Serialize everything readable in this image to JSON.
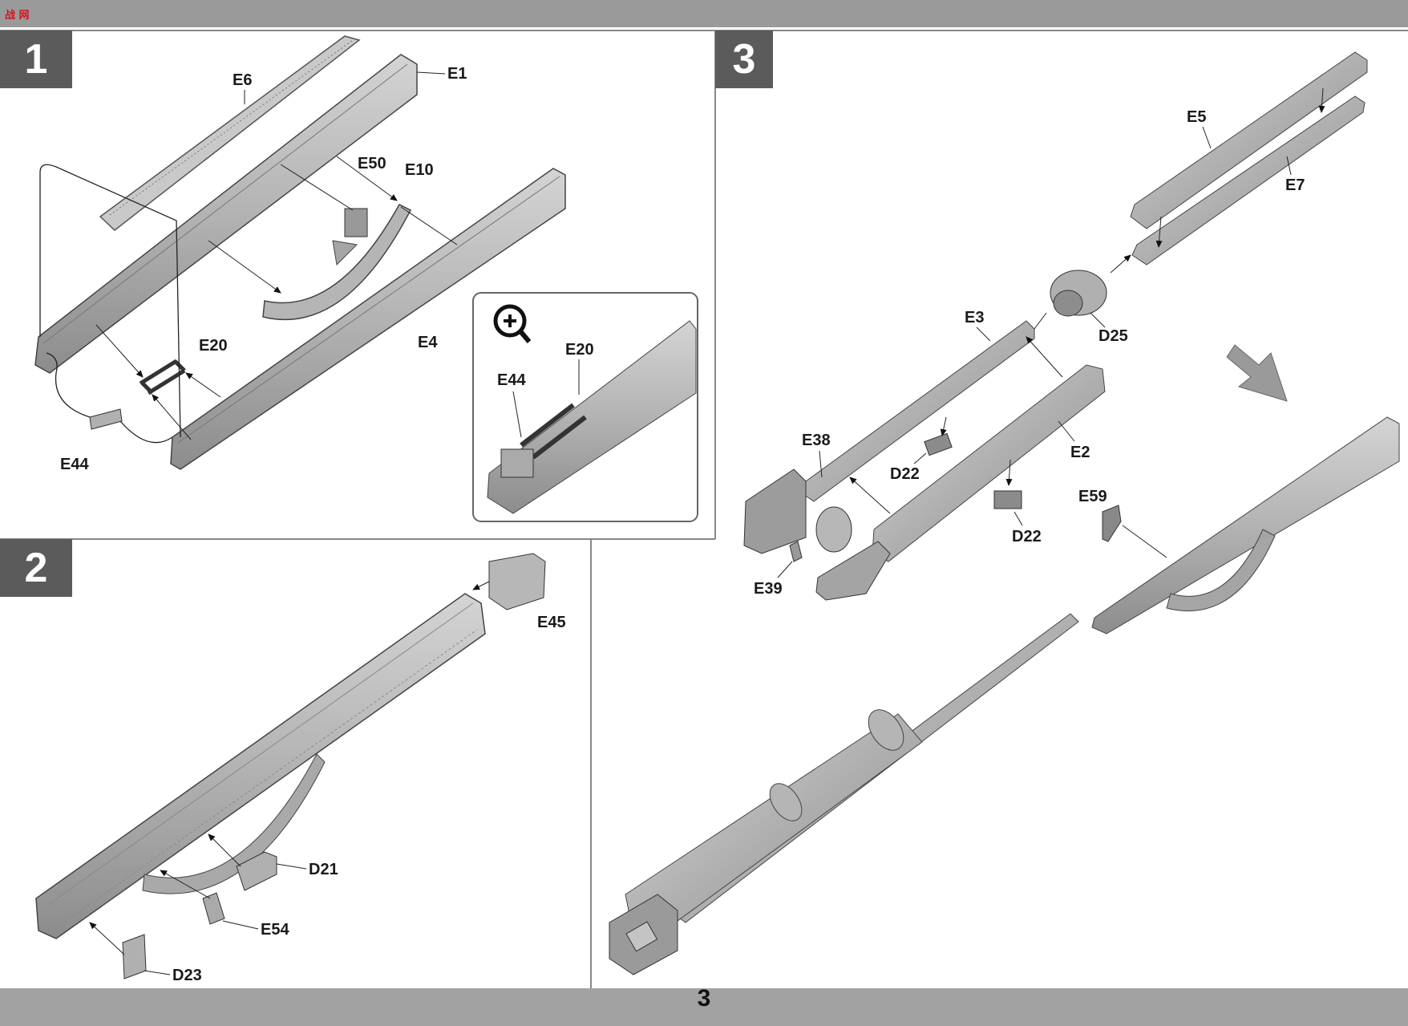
{
  "logo": {
    "text": "战 网"
  },
  "steps": [
    {
      "number": "1",
      "parts": {
        "e6": "E6",
        "e1": "E1",
        "e50": "E50",
        "e10": "E10",
        "e20": "E20",
        "e4": "E4",
        "e44": "E44"
      },
      "zoom_inset": {
        "icon": "zoom-in-icon",
        "e20": "E20",
        "e44": "E44"
      }
    },
    {
      "number": "2",
      "parts": {
        "e45": "E45",
        "d21": "D21",
        "e54": "E54",
        "d23": "D23"
      }
    },
    {
      "number": "3",
      "parts": {
        "e5": "E5",
        "e7": "E7",
        "e3": "E3",
        "d25": "D25",
        "e38": "E38",
        "d22a": "D22",
        "e2": "E2",
        "d22b": "D22",
        "e59": "E59",
        "e39": "E39"
      }
    }
  ],
  "page_number": "3",
  "colors": {
    "part_fill": "#b8b8b8",
    "part_dark": "#8f8f8f",
    "badge": "#5b5b5b",
    "frame": "#8a8a8a"
  }
}
